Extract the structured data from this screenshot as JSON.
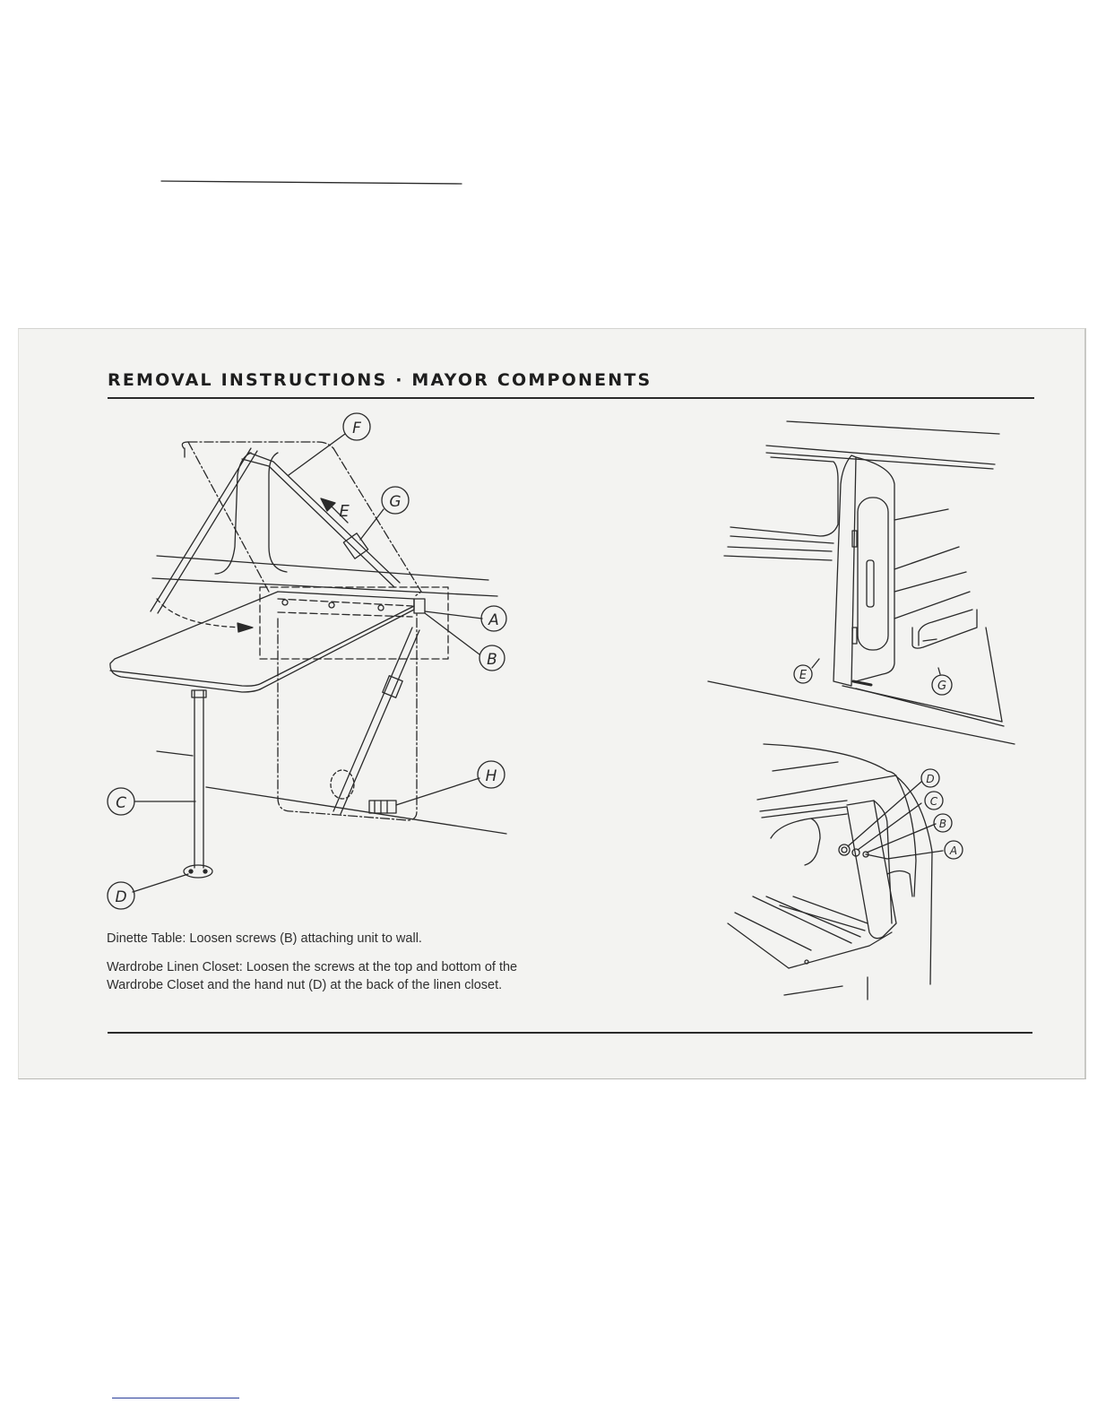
{
  "page": {
    "title": "REMOVAL INSTRUCTIONS · MAYOR COMPONENTS"
  },
  "figure_left": {
    "callouts": [
      "F",
      "G",
      "E",
      "A",
      "B",
      "H",
      "C",
      "D"
    ]
  },
  "figure_top_right": {
    "callouts": [
      "E",
      "G"
    ]
  },
  "figure_bottom_right": {
    "callouts": [
      "D",
      "C",
      "B",
      "A"
    ]
  },
  "captions": {
    "dinette": "Dinette Table: Loosen screws (B) attaching unit to wall.",
    "wardrobe": "Wardrobe Linen Closet: Loosen the screws at the top and bottom of the Wardrobe Closet and the hand nut (D) at the back of the linen closet."
  },
  "colors": {
    "paper": "#f3f3f1",
    "ink": "#2a2a2a",
    "link_underline": "#2b3f9a"
  }
}
